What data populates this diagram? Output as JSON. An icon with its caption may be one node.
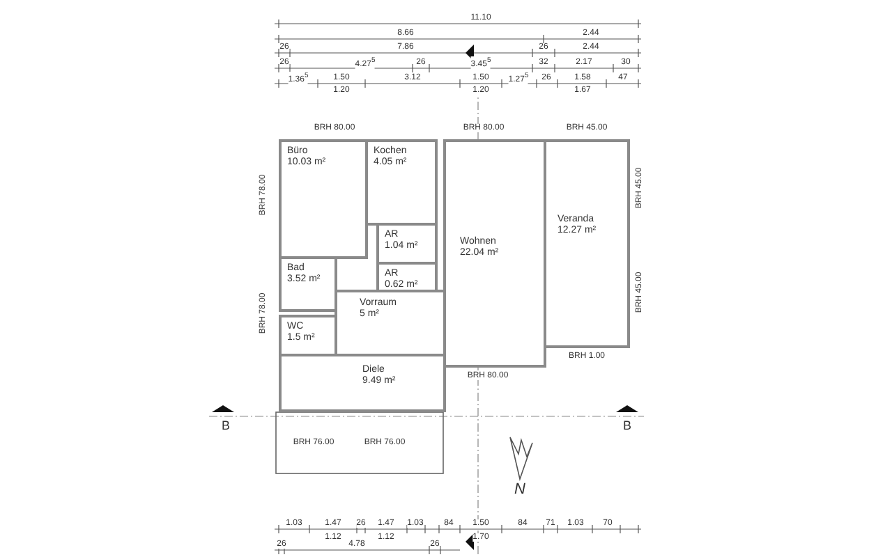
{
  "diagram": {
    "nodes": [
      {
        "text": [
          "Büro",
          "10.03 m²"
        ]
      },
      {
        "text": [
          "Kochen",
          "4.05 m²"
        ]
      },
      {
        "text": [
          "AR",
          "1.04 m²"
        ]
      },
      {
        "text": [
          "AR",
          "0.62 m²"
        ]
      },
      {
        "text": [
          "Bad",
          "3.52 m²"
        ]
      },
      {
        "text": [
          "WC",
          "1.5 m²"
        ]
      },
      {
        "text": [
          "Vorraum",
          "5 m²"
        ]
      },
      {
        "text": [
          "Diele",
          "9.49 m²"
        ]
      },
      {
        "text": [
          "Wohnen",
          "22.04 m²"
        ]
      },
      {
        "text": [
          "Veranda",
          "12.27 m²"
        ]
      }
    ],
    "labels": [
      "11.10",
      "8.66",
      "2.44",
      "26",
      "7.86",
      "26",
      "2.44",
      "26",
      "4.27$^{5}$",
      "26",
      "3.45$^{5}$",
      "32",
      "2.17",
      "30",
      "1.36$^{5}$",
      "1.50",
      "1.20",
      "3.12",
      "1.50",
      "1.20",
      "1.27$^{5}$",
      "26",
      "1.58",
      "1.67",
      "47",
      "BRH 80.00",
      "BRH 80.00",
      "BRH 45.00",
      "BRH 78.00",
      "BRH 45.00",
      "BRH 45.00",
      "BRH 78.00",
      "BRH 1.00",
      "BRH 80.00",
      "BRH 76.00",
      "BRH 76.00",
      "B",
      "B",
      "N",
      "1.03",
      "1.47",
      "1.12",
      "26",
      "1.47",
      "1.12",
      "1.03",
      "84",
      "1.50",
      "1.70",
      "84",
      "71",
      "1.03",
      "70",
      "26",
      "4.78",
      "26"
    ]
  }
}
